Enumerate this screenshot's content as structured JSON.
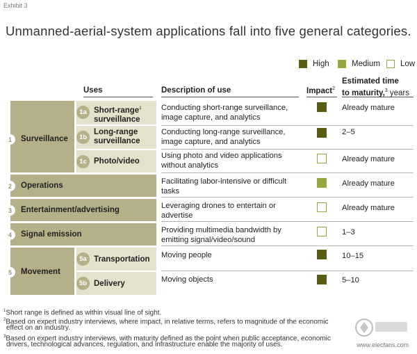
{
  "exhibit": "Exhibit 3",
  "title": "Unmanned-aerial-system applications fall into five general categories.",
  "legend": {
    "high": "High",
    "medium": "Medium",
    "low": "Low"
  },
  "colors": {
    "high": "#5a5d15",
    "medium": "#98a63f",
    "low_border": "#98a63f",
    "category": "#b5b088",
    "subcategory": "#e4e1cc"
  },
  "headers": {
    "uses": "Uses",
    "description": "Description of use",
    "impact": "Impact",
    "impact_note": "2",
    "time_line1": "Estimated time",
    "time_line2": "to maturity,",
    "time_note": "3",
    "time_unit": " years"
  },
  "categories": [
    {
      "num": "1",
      "label": "Surveillance"
    },
    {
      "num": "2",
      "label": "Operations"
    },
    {
      "num": "3",
      "label": "Entertainment/advertising"
    },
    {
      "num": "4",
      "label": "Signal emission"
    },
    {
      "num": "5",
      "label": "Movement"
    }
  ],
  "subcategories": [
    {
      "num": "1a",
      "line1": "Short-range",
      "note": "1",
      "line2": "surveillance"
    },
    {
      "num": "1b",
      "line1": "Long-range",
      "line2": "surveillance"
    },
    {
      "num": "1c",
      "line1": "Photo/video"
    },
    {
      "num": "5a",
      "line1": "Transportation"
    },
    {
      "num": "5b",
      "line1": "Delivery"
    }
  ],
  "rows": [
    {
      "id": "1a",
      "desc1": "Conducting short-range surveillance,",
      "desc2": "image capture, and analytics",
      "impact": "High",
      "maturity": "Already mature"
    },
    {
      "id": "1b",
      "desc1": "Conducting long-range surveillance,",
      "desc2": "image capture, and analytics",
      "impact": "High",
      "maturity": "2–5"
    },
    {
      "id": "1c",
      "desc1": "Using photo and video applications",
      "desc2": "without analytics",
      "impact": "Low",
      "maturity": "Already mature"
    },
    {
      "id": "2",
      "desc1": "Facilitating labor-intensive or difficult",
      "desc2": "tasks",
      "impact": "Medium",
      "maturity": "Already mature"
    },
    {
      "id": "3",
      "desc1": "Leveraging drones to entertain or",
      "desc2": "advertise",
      "impact": "Low",
      "maturity": "Already mature"
    },
    {
      "id": "4",
      "desc1": "Providing multimedia bandwidth by",
      "desc2": "emitting signal/video/sound",
      "impact": "Low",
      "maturity": "1–3"
    },
    {
      "id": "5a",
      "desc1": "Moving people",
      "desc2": "",
      "impact": "High",
      "maturity": "10–15"
    },
    {
      "id": "5b",
      "desc1": "Moving objects",
      "desc2": "",
      "impact": "High",
      "maturity": "5–10"
    }
  ],
  "footnotes": [
    {
      "num": "1",
      "lines": [
        "Short range is defined as within visual line of sight."
      ]
    },
    {
      "num": "2",
      "lines": [
        "Based on expert industry interviews, where impact, in relative terms, refers to magnitude of the economic",
        "effect on an industry."
      ]
    },
    {
      "num": "3",
      "lines": [
        "Based on expert industry interviews, with maturity defined as the point when public acceptance, economic",
        "drivers, technological advances, regulation, and infrastructure enable the majority of uses."
      ]
    }
  ],
  "watermark": "www.elecfans.com"
}
